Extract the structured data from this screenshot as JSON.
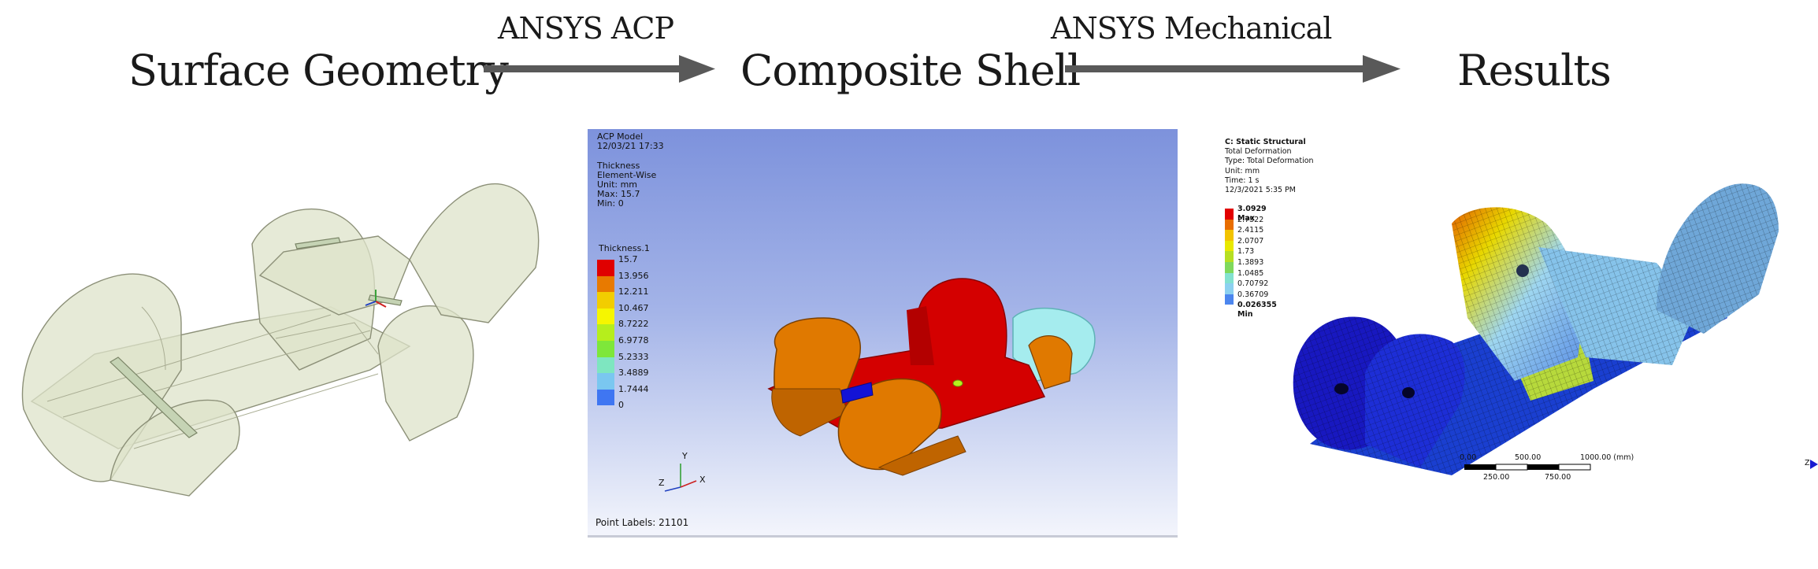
{
  "stages": {
    "surface_geometry": "Surface Geometry",
    "composite_shell": "Composite Shell",
    "results": "Results"
  },
  "tools": {
    "acp": "ANSYS ACP",
    "mechanical": "ANSYS Mechanical"
  },
  "acp_view": {
    "model": "ACP Model",
    "date": "12/03/21 17:33",
    "quantity": "Thickness",
    "mode": "Element-Wise",
    "unit": "Unit: mm",
    "max": "Max: 15.7",
    "min": "Min: 0",
    "legend_title": "Thickness.1",
    "legend": [
      {
        "label": "15.7",
        "color": "#e00000"
      },
      {
        "label": "13.956",
        "color": "#e87a00"
      },
      {
        "label": "12.211",
        "color": "#f2cd00"
      },
      {
        "label": "10.467",
        "color": "#f6f600"
      },
      {
        "label": "8.7222",
        "color": "#b6ee1c"
      },
      {
        "label": "6.9778",
        "color": "#7ee73a"
      },
      {
        "label": "5.2333",
        "color": "#7ee6c0"
      },
      {
        "label": "3.4889",
        "color": "#7ac7f0"
      },
      {
        "label": "1.7444",
        "color": "#3f76f2"
      },
      {
        "label": "0",
        "color": "#1313e6"
      }
    ],
    "triad": {
      "x": "X",
      "y": "Y",
      "z": "Z"
    },
    "point_labels": "Point Labels: 21101"
  },
  "mech_view": {
    "analysis": "C: Static Structural",
    "result": "Total Deformation",
    "type": "Type: Total Deformation",
    "unit": "Unit: mm",
    "time": "Time: 1 s",
    "date": "12/3/2021 5:35 PM",
    "legend": [
      {
        "label": "3.0929 Max",
        "color": "#e20000",
        "bold": true
      },
      {
        "label": "2.7522",
        "color": "#e86d00",
        "bold": false
      },
      {
        "label": "2.4115",
        "color": "#f2c300",
        "bold": false
      },
      {
        "label": "2.0707",
        "color": "#e8e800",
        "bold": false
      },
      {
        "label": "1.73",
        "color": "#b6df22",
        "bold": false
      },
      {
        "label": "1.3893",
        "color": "#7fd95c",
        "bold": false
      },
      {
        "label": "1.0485",
        "color": "#83e2d0",
        "bold": false
      },
      {
        "label": "0.70792",
        "color": "#8cd1f0",
        "bold": false
      },
      {
        "label": "0.36709",
        "color": "#4c86ee",
        "bold": false
      },
      {
        "label": "0.026355 Min",
        "color": "#1616d8",
        "bold": true
      }
    ],
    "scale": {
      "t0": "0.00",
      "t1": "500.00",
      "t2": "1000.00 (mm)",
      "b1": "250.00",
      "b2": "750.00"
    },
    "axis_z": "Z"
  },
  "colors": {
    "arrow": "#595959",
    "geometry_fill": "#dde3c9",
    "geometry_edge": "#8c9078"
  }
}
